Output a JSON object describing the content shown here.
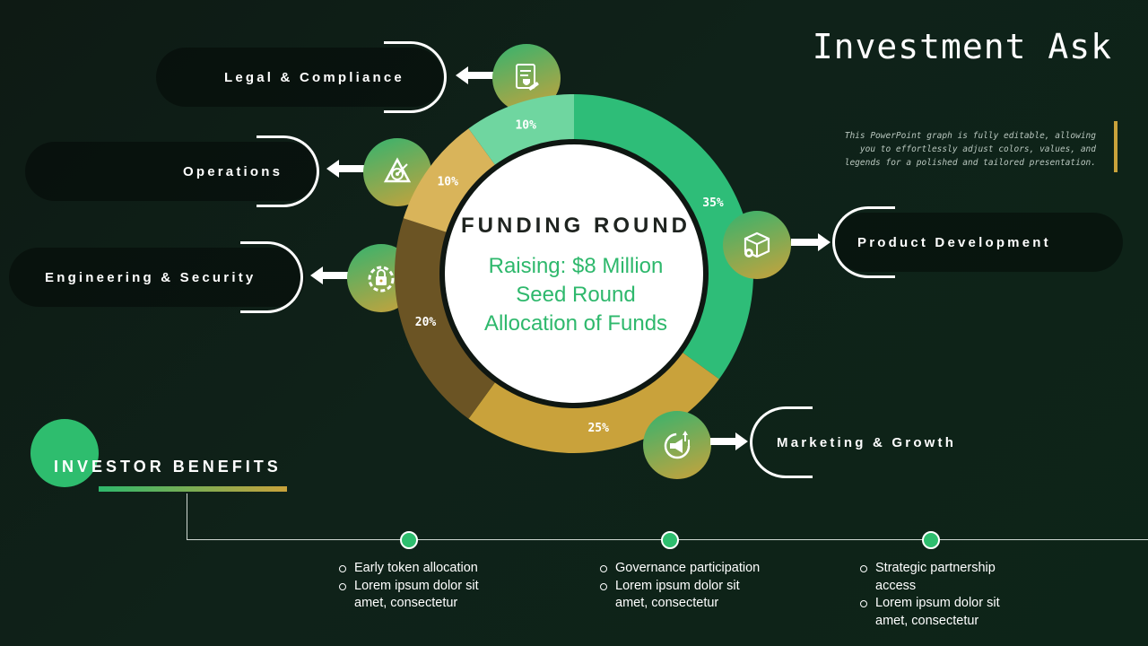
{
  "title": "Investment Ask",
  "description": "This PowerPoint graph is fully editable, allowing you to effortlessly adjust colors, values, and legends for a polished and tailored presentation.",
  "center": {
    "heading": "FUNDING ROUND",
    "line1": "Raising: $8 Million",
    "line2": "Seed Round",
    "line3": "Allocation of Funds"
  },
  "chart_data": {
    "type": "pie",
    "title": "FUNDING ROUND",
    "categories": [
      "Product Development",
      "Marketing & Growth",
      "Engineering & Security",
      "Operations",
      "Legal & Compliance"
    ],
    "values": [
      35,
      25,
      20,
      10,
      10
    ],
    "value_labels": [
      "35%",
      "25%",
      "20%",
      "10%",
      "10%"
    ],
    "colors": [
      "#2ebd78",
      "#c9a23b",
      "#6b5424",
      "#d9b45a",
      "#6fd6a0"
    ]
  },
  "categories": {
    "legal": "Legal & Compliance",
    "operations": "Operations",
    "engineering": "Engineering & Security",
    "product": "Product Development",
    "marketing": "Marketing & Growth"
  },
  "icons": {
    "legal": "legal-document-icon",
    "operations": "gear-target-icon",
    "engineering": "lock-gear-icon",
    "product": "package-gear-icon",
    "marketing": "megaphone-growth-icon"
  },
  "benefits": {
    "title": "INVESTOR BENEFITS",
    "columns": [
      [
        "Early token allocation",
        "Lorem ipsum dolor sit amet, consectetur"
      ],
      [
        "Governance participation",
        "Lorem ipsum dolor sit amet, consectetur"
      ],
      [
        "Strategic partnership access",
        "Lorem ipsum dolor sit amet, consectetur"
      ]
    ]
  },
  "colors": {
    "accent_green": "#2ebd6e",
    "accent_gold": "#c9a23b",
    "background": "#0f2219"
  }
}
